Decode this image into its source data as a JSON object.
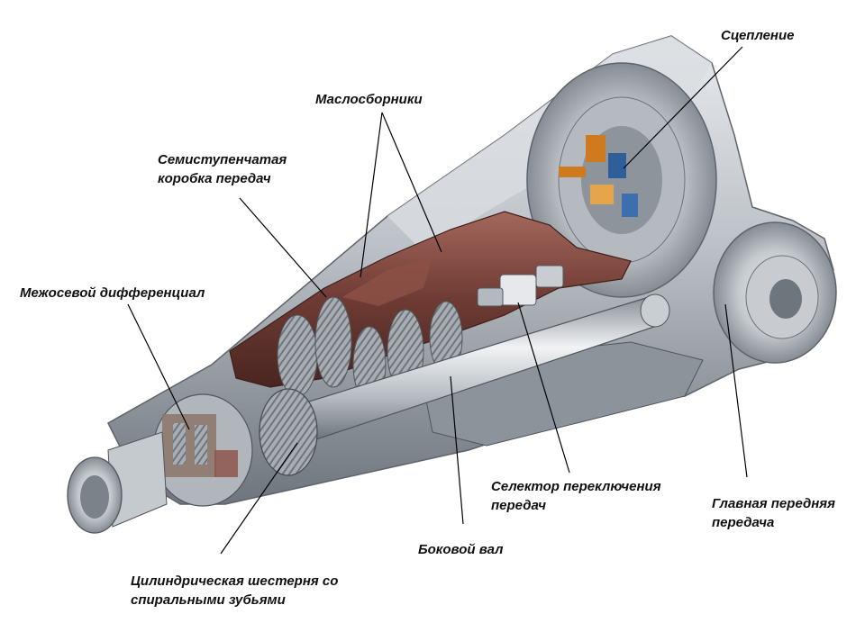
{
  "labels": {
    "clutch": [
      "Сцепление"
    ],
    "oil_collectors": [
      "Маслосборники"
    ],
    "gearbox": [
      "Семиступенчатая",
      "коробка передач"
    ],
    "center_diff": [
      "Межосевой дифференциал"
    ],
    "selector": [
      "Селектор переключения",
      "передач"
    ],
    "final_drive": [
      "Главная передняя",
      "передача"
    ],
    "side_shaft": [
      "Боковой вал"
    ],
    "helical_gear": [
      "Цилиндрическая шестерня со",
      "спиральными зубьями"
    ]
  },
  "colors": {
    "housing": "#b9bec4",
    "housing_dark": "#7d838b",
    "housing_light": "#e4e7ea",
    "oil_collector": "#6e3b34",
    "oil_collector_light": "#9a5a50",
    "gear": "#9ca2a8",
    "shaft": "#d2d6da",
    "accent_orange": "#d07a20",
    "accent_blue": "#2f5f9a",
    "leader": "#000000"
  }
}
